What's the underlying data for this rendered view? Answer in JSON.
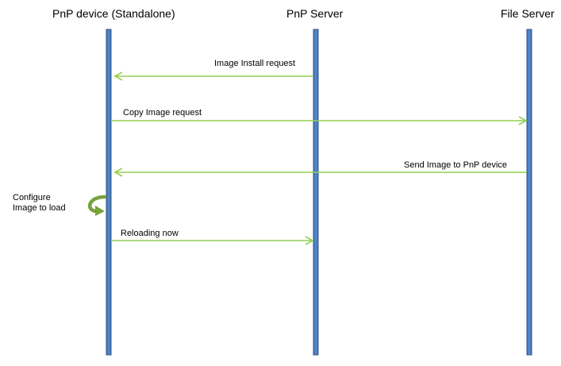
{
  "lifelines": [
    {
      "name": "PnP device (Standalone)"
    },
    {
      "name": "PnP Server"
    },
    {
      "name": "File Server"
    }
  ],
  "messages": [
    {
      "label": "Image Install request",
      "from": "PnP Server",
      "to": "PnP device (Standalone)"
    },
    {
      "label": "Copy Image request",
      "from": "PnP device (Standalone)",
      "to": "File Server"
    },
    {
      "label": "Send Image to PnP device",
      "from": "File Server",
      "to": "PnP device (Standalone)"
    },
    {
      "label": "Reloading now",
      "from": "PnP device (Standalone)",
      "to": "PnP Server"
    }
  ],
  "self_action": {
    "line1": "Configure",
    "line2": "Image to load"
  },
  "colors": {
    "lifeline_fill": "#4f81bd",
    "lifeline_stroke": "#2f5b94",
    "arrow": "#92d050",
    "self_arrow": "#77a23a"
  }
}
